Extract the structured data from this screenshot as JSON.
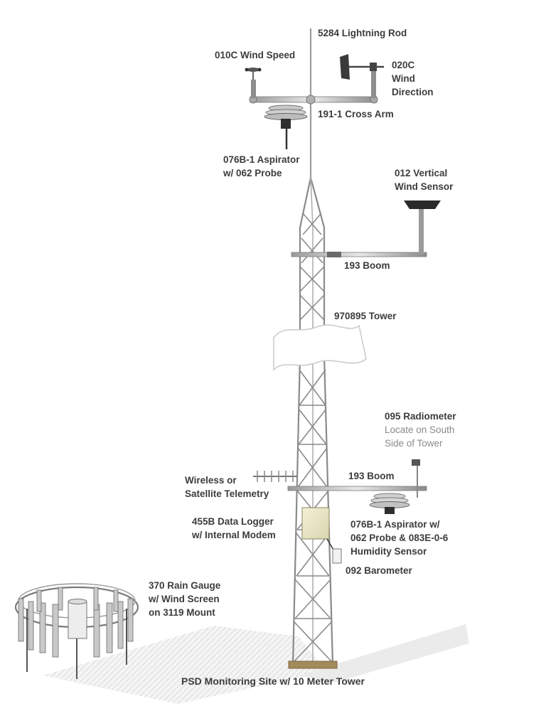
{
  "labels": {
    "lightning_rod": "5284 Lightning Rod",
    "wind_speed": "010C Wind Speed",
    "wind_direction": [
      "020C",
      "Wind",
      "Direction"
    ],
    "cross_arm": "191-1 Cross Arm",
    "aspirator_top": [
      "076B-1 Aspirator",
      "w/ 062 Probe"
    ],
    "vertical_wind": [
      "012 Vertical",
      "Wind Sensor"
    ],
    "boom_top": "193 Boom",
    "tower": "970895 Tower",
    "radiometer": "095 Radiometer",
    "radiometer_note": [
      "Locate on South",
      "Side of Tower"
    ],
    "telemetry": [
      "Wireless or",
      "Satellite Telemetry"
    ],
    "boom_lower": "193 Boom",
    "data_logger": [
      "455B Data Logger",
      "w/ Internal Modem"
    ],
    "aspirator_lower": [
      "076B-1 Aspirator w/",
      "062 Probe & 083E-0-6",
      "Humidity Sensor"
    ],
    "barometer": "092 Barometer",
    "rain_gauge": [
      "370 Rain Gauge",
      "w/ Wind Screen",
      "on 3119 Mount"
    ]
  },
  "caption": "PSD Monitoring Site w/ 10 Meter Tower"
}
